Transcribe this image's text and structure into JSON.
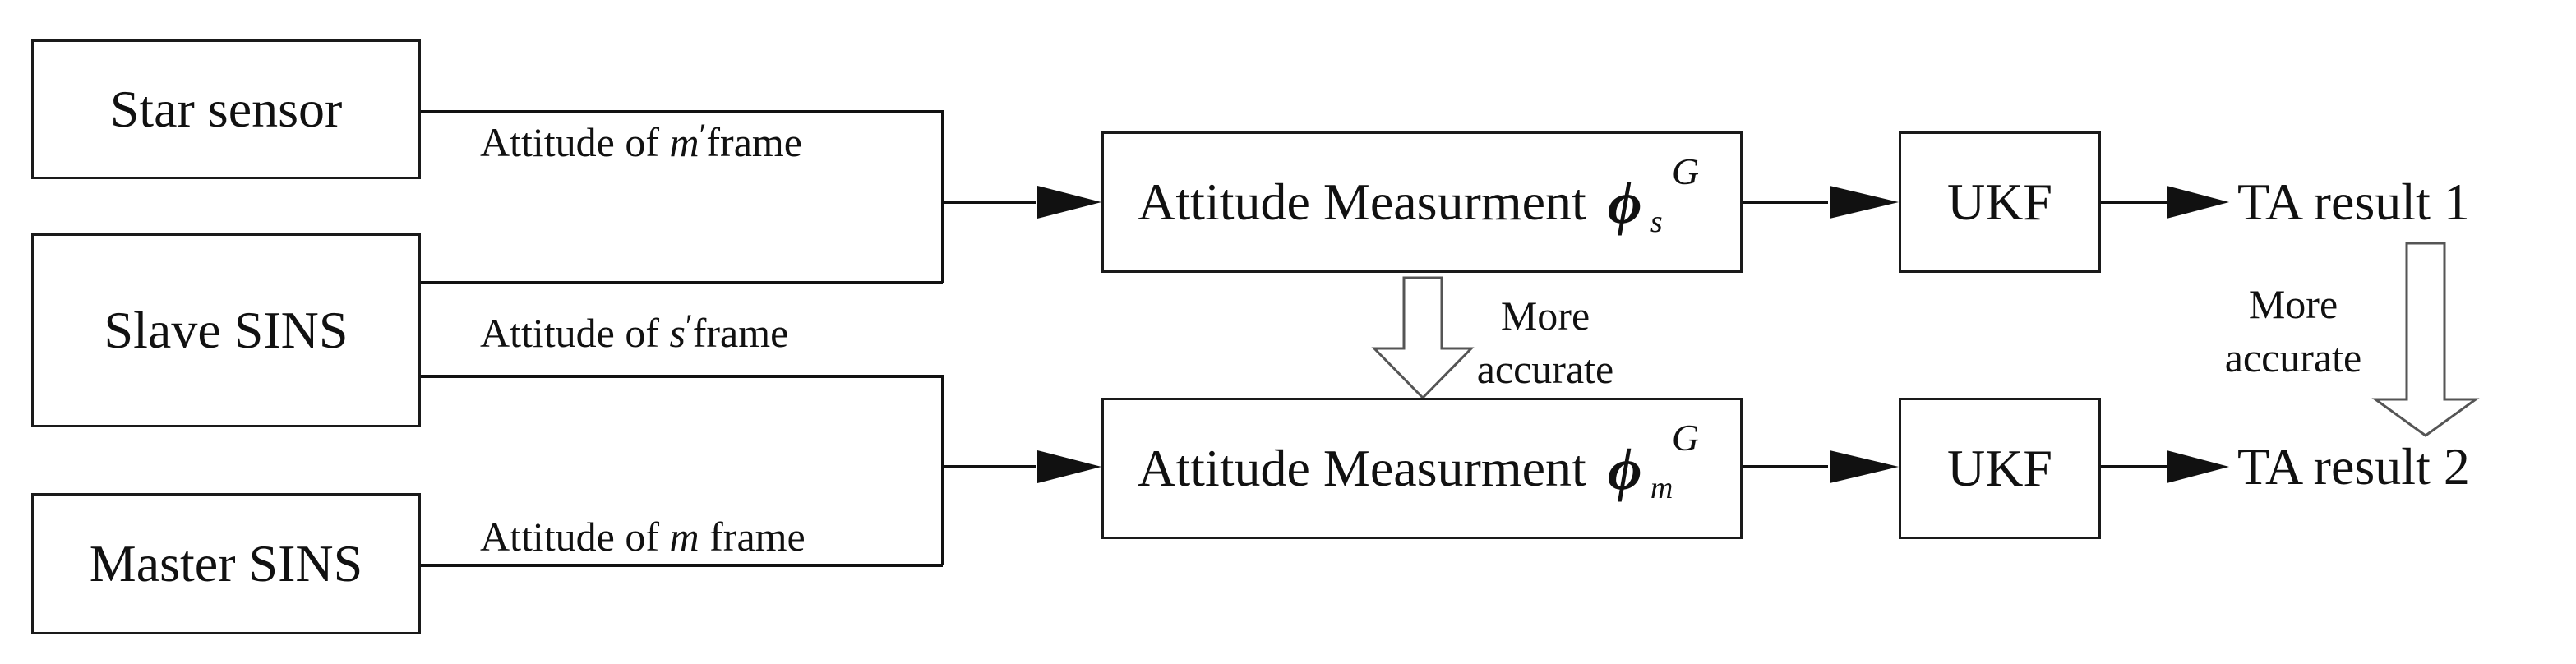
{
  "sources": {
    "star_sensor": "Star sensor",
    "slave_sins": "Slave SINS",
    "master_sins": "Master SINS"
  },
  "edges": {
    "star": {
      "prefix": "Attitude of ",
      "var": "m",
      "prime": "′",
      "suffix": "frame"
    },
    "slave": {
      "prefix": "Attitude of ",
      "var": "s",
      "prime": "′",
      "suffix": "frame"
    },
    "master": {
      "prefix": "Attitude of ",
      "var": "m",
      "suffix": " frame"
    }
  },
  "measurements": {
    "top": {
      "label": "Attitude Measurment",
      "symbol": "ϕ",
      "superscript": "G",
      "subscript": "s"
    },
    "bottom": {
      "label": "Attitude Measurment",
      "symbol": "ϕ",
      "superscript": "G",
      "subscript": "m"
    }
  },
  "filters": {
    "top": "UKF",
    "bottom": "UKF"
  },
  "results": {
    "top": "TA result 1",
    "bottom": "TA result 2"
  },
  "annotations": {
    "middle": {
      "line1": "More",
      "line2": "accurate"
    },
    "right": {
      "line1": "More",
      "line2": "accurate"
    }
  }
}
